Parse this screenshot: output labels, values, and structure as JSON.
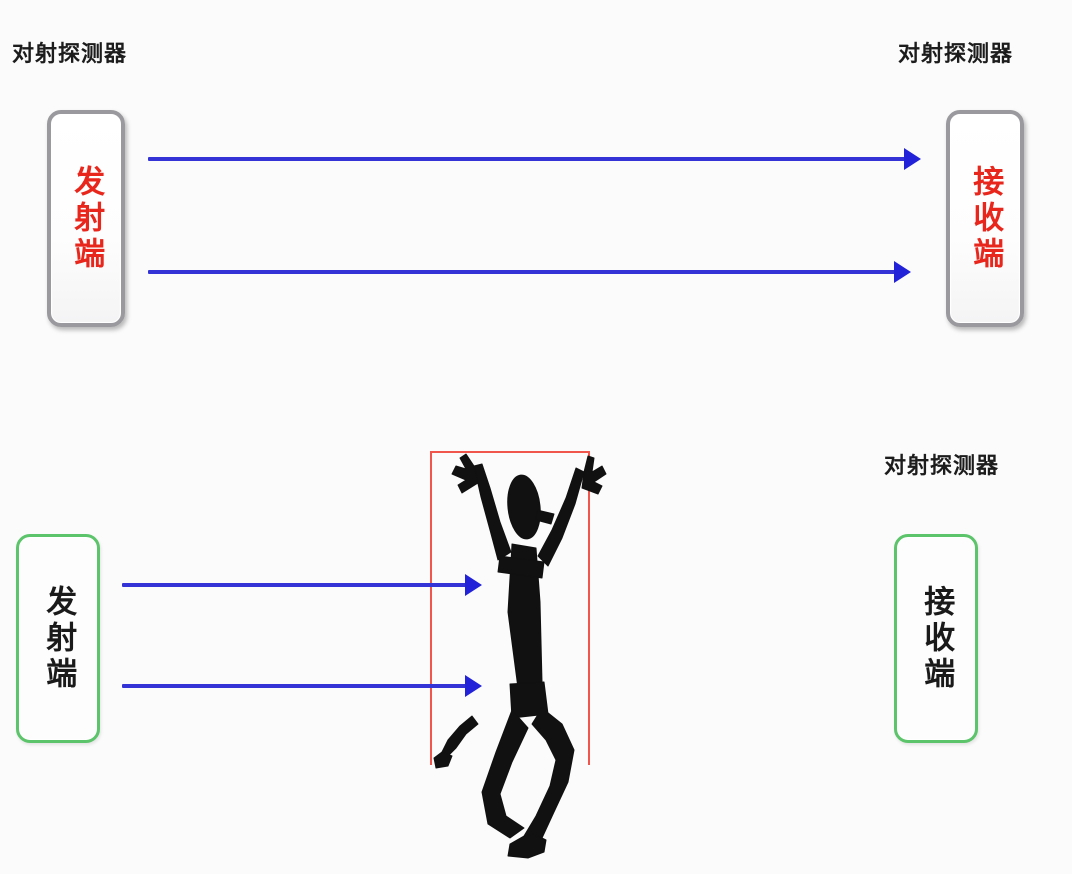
{
  "diagram": {
    "type": "through-beam-detector-illustration",
    "background_color": "#fbfbfb",
    "beam_color": "#3333d6",
    "zone_color": "#f0564c",
    "metal_border_color": "#9a9a9e",
    "green_border_color": "#5cc46a",
    "red_text_color": "#e8261c",
    "black_text_color": "#1a1a1a"
  },
  "top_panel": {
    "caption_left": "对射探测器",
    "caption_right": "对射探测器",
    "transmitter_label": "发射端",
    "receiver_label": "接收端",
    "beam_count": 2,
    "state": "beams-unobstructed"
  },
  "bottom_panel": {
    "caption_right": "对射探测器",
    "transmitter_label": "发射端",
    "receiver_label": "接收端",
    "beam_count": 2,
    "state": "beams-blocked-by-intruder",
    "intruder": "person-silhouette",
    "detection_zone": "red-rectangle"
  }
}
